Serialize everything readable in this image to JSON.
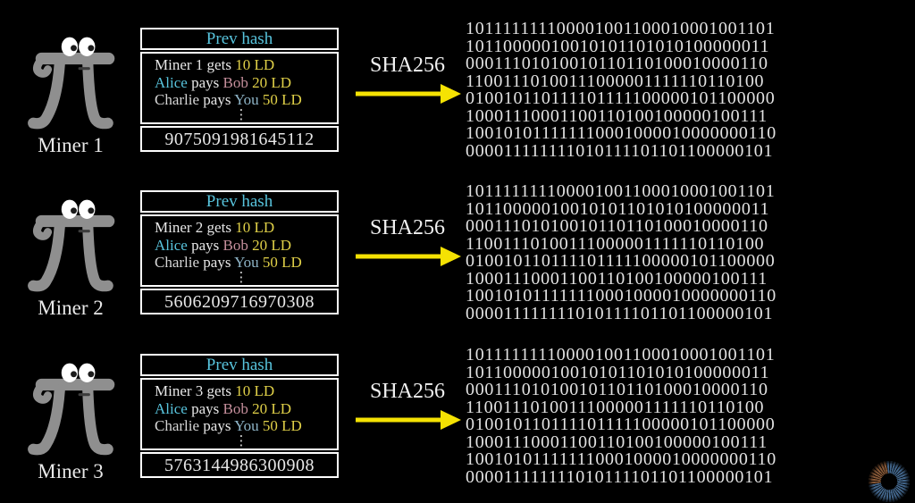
{
  "colors": {
    "background": "#000000",
    "text": "#e8e8e8",
    "border": "#ffffff",
    "prev_hash": "#58c4dd",
    "alice": "#58c4dd",
    "bob": "#c48e9b",
    "charlie": "#d6d6d6",
    "you": "#8fb5c8",
    "amount": "#e0d048",
    "arrow": "#f5e203",
    "hash_text": "#e2e2e2",
    "pi_body": "#8f8f8f",
    "logo_blue": "#44688e",
    "logo_brown": "#8a5a38"
  },
  "sha": {
    "label": "SHA256"
  },
  "miners": [
    {
      "name": "Miner 1",
      "block": {
        "header": "Prev hash",
        "transactions": [
          {
            "segments": [
              {
                "t": "Miner 1 gets ",
                "c": "text"
              },
              {
                "t": "10 LD",
                "c": "amount"
              }
            ]
          },
          {
            "segments": [
              {
                "t": "Alice",
                "c": "alice"
              },
              {
                "t": " pays ",
                "c": "text"
              },
              {
                "t": "Bob ",
                "c": "bob"
              },
              {
                "t": "20 LD",
                "c": "amount"
              }
            ]
          },
          {
            "segments": [
              {
                "t": "Charlie",
                "c": "charlie"
              },
              {
                "t": " pays ",
                "c": "text"
              },
              {
                "t": "You ",
                "c": "you"
              },
              {
                "t": "50 LD",
                "c": "amount"
              }
            ]
          }
        ],
        "dots": "⋮",
        "nonce": "9075091981645112"
      },
      "hash_lines": [
        "101111111100001001100010001001101",
        "10110000010010101101010100000011",
        "00011101010010110110100010000110",
        "11001110100111000001111110110100",
        "010010110111101111100000101100000",
        "10001110001100110100100000100111",
        "100101011111110001000010000000110",
        "000011111111010111101101100000101"
      ]
    },
    {
      "name": "Miner 2",
      "block": {
        "header": "Prev hash",
        "transactions": [
          {
            "segments": [
              {
                "t": "Miner 2 gets ",
                "c": "text"
              },
              {
                "t": "10 LD",
                "c": "amount"
              }
            ]
          },
          {
            "segments": [
              {
                "t": "Alice",
                "c": "alice"
              },
              {
                "t": " pays ",
                "c": "text"
              },
              {
                "t": "Bob ",
                "c": "bob"
              },
              {
                "t": "20 LD",
                "c": "amount"
              }
            ]
          },
          {
            "segments": [
              {
                "t": "Charlie",
                "c": "charlie"
              },
              {
                "t": " pays ",
                "c": "text"
              },
              {
                "t": "You ",
                "c": "you"
              },
              {
                "t": "50 LD",
                "c": "amount"
              }
            ]
          }
        ],
        "dots": "⋮",
        "nonce": "5606209716970308"
      },
      "hash_lines": [
        "101111111100001001100010001001101",
        "10110000010010101101010100000011",
        "00011101010010110110100010000110",
        "11001110100111000001111110110100",
        "010010110111101111100000101100000",
        "10001110001100110100100000100111",
        "100101011111110001000010000000110",
        "000011111111010111101101100000101"
      ]
    },
    {
      "name": "Miner 3",
      "block": {
        "header": "Prev hash",
        "transactions": [
          {
            "segments": [
              {
                "t": "Miner 3 gets ",
                "c": "text"
              },
              {
                "t": "10 LD",
                "c": "amount"
              }
            ]
          },
          {
            "segments": [
              {
                "t": "Alice",
                "c": "alice"
              },
              {
                "t": " pays ",
                "c": "text"
              },
              {
                "t": "Bob ",
                "c": "bob"
              },
              {
                "t": "20 LD",
                "c": "amount"
              }
            ]
          },
          {
            "segments": [
              {
                "t": "Charlie",
                "c": "charlie"
              },
              {
                "t": " pays ",
                "c": "text"
              },
              {
                "t": "You ",
                "c": "you"
              },
              {
                "t": "50 LD",
                "c": "amount"
              }
            ]
          }
        ],
        "dots": "⋮",
        "nonce": "5763144986300908"
      },
      "hash_lines": [
        "101111111100001001100010001001101",
        "10110000010010101101010100000011",
        "00011101010010110110100010000110",
        "11001110100111000001111110110100",
        "010010110111101111100000101100000",
        "10001110001100110100100000100111",
        "100101011111110001000010000000110",
        "000011111111010111101101100000101"
      ]
    }
  ]
}
